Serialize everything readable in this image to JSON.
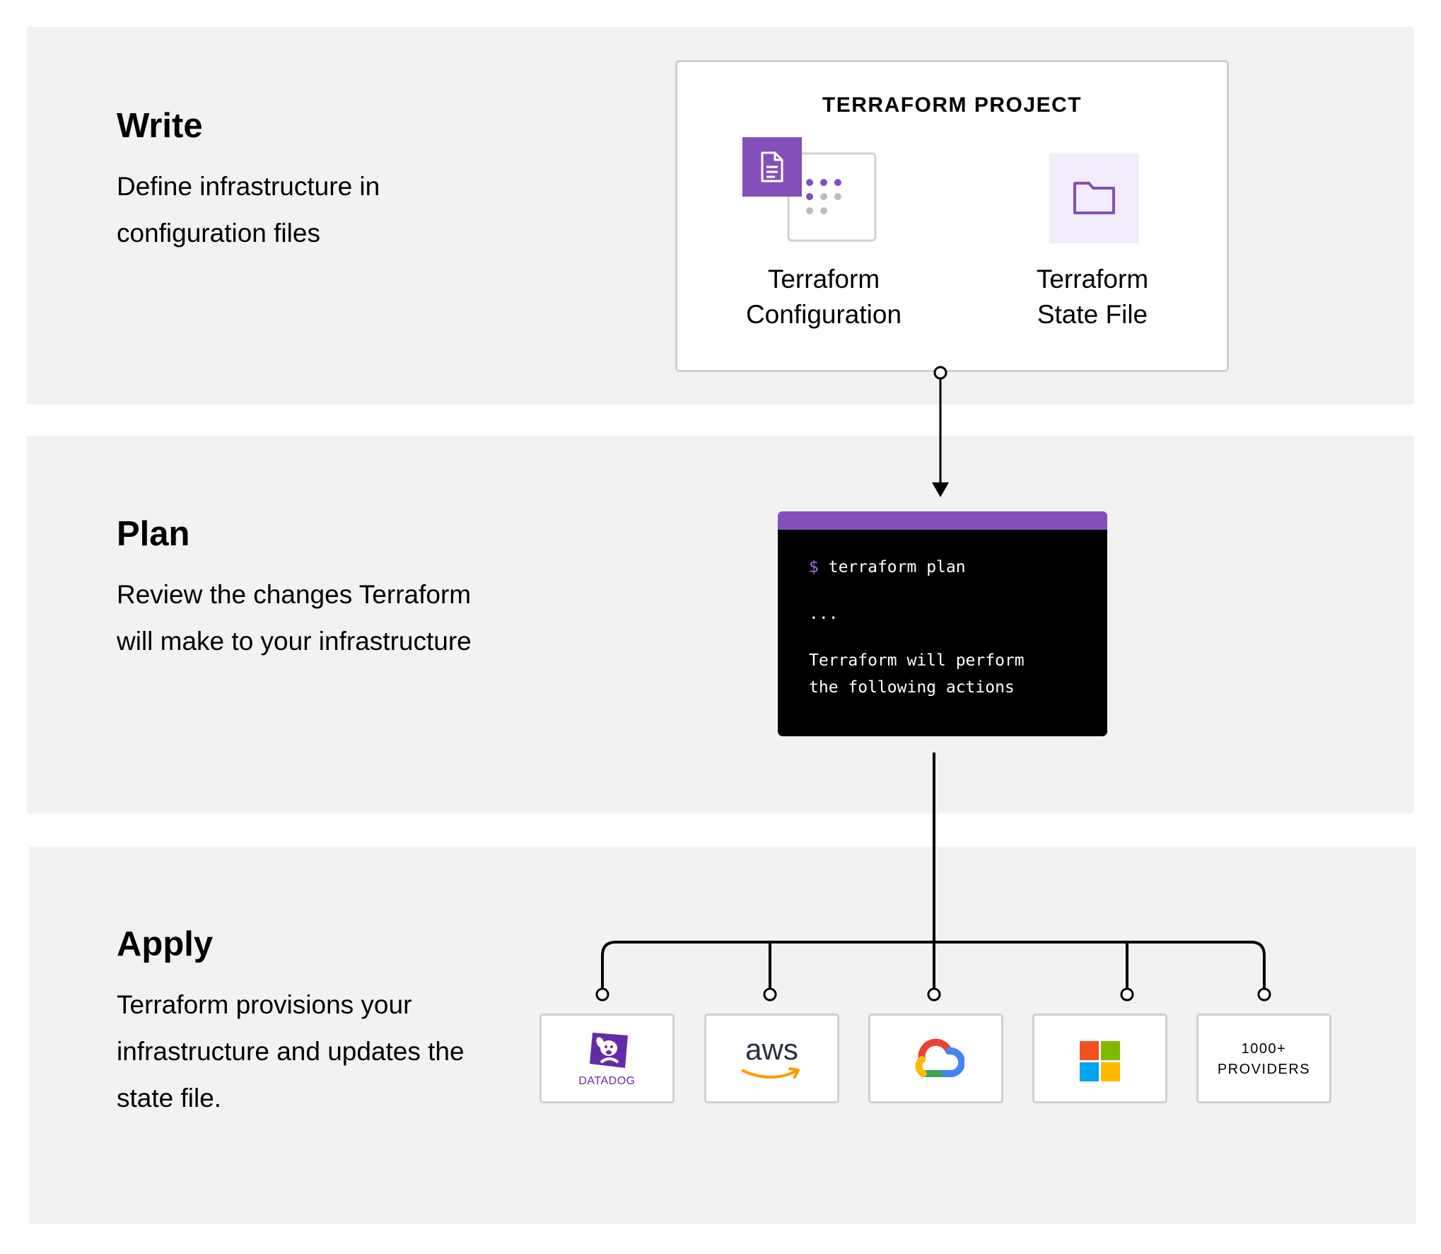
{
  "stages": {
    "write": {
      "title": "Write",
      "description": "Define infrastructure in configuration files"
    },
    "plan": {
      "title": "Plan",
      "description": "Review the changes Terraform will make to your infrastructure"
    },
    "apply": {
      "title": "Apply",
      "description": "Terraform provisions your infrastructure and updates the state file."
    }
  },
  "project": {
    "title": "TERRAFORM PROJECT",
    "configuration_label": "Terraform\nConfiguration",
    "state_label": "Terraform\nState File"
  },
  "terminal": {
    "prompt": "$",
    "command": "terraform plan",
    "ellipsis": "...",
    "output_line1": "Terraform will perform",
    "output_line2": "the following actions"
  },
  "providers": {
    "datadog": "DATADOG",
    "aws": "aws",
    "google_cloud_icon": "google-cloud-icon",
    "microsoft_icon": "microsoft-icon",
    "more_line1": "1000+",
    "more_line2": "PROVIDERS"
  },
  "colors": {
    "panel_bg": "#f2f2f2",
    "brand_purple": "#844fba",
    "terminal_bg": "#000000",
    "border": "#d0d0d0"
  }
}
